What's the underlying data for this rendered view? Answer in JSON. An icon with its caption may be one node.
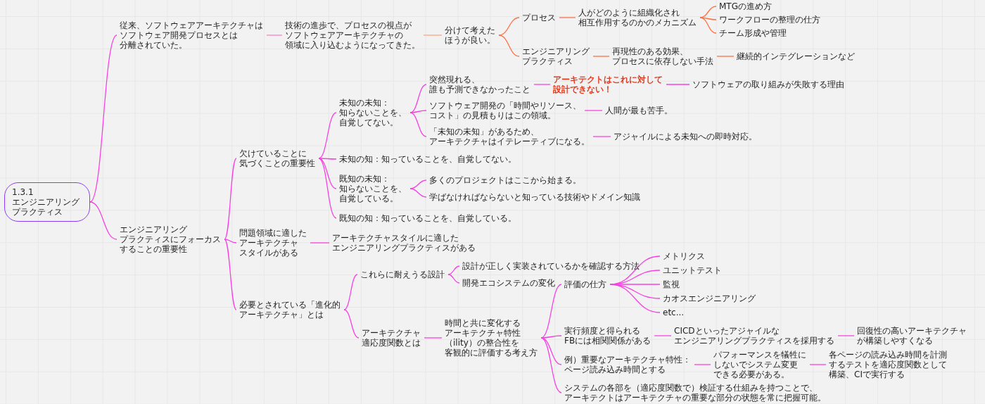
{
  "diagram": {
    "nodes": [
      {
        "text": [
          "1.3.1",
          "エンジニアリングプラクティス"
        ]
      },
      {
        "text": [
          "従来、ソフトウェアアーキテクチャはソフトウェア開発プロセスとは分離されていた。"
        ]
      },
      {
        "text": [
          "技術の進歩で、プロセスの視点がソフトウェアアーキテクチャの領域に入り込むようになってきた。"
        ]
      },
      {
        "text": [
          "分けて考えたほうが良い。"
        ]
      },
      {
        "text": [
          "プロセス"
        ]
      },
      {
        "text": [
          "人がどのように組織化され相互作用するのかのメカニズム"
        ]
      },
      {
        "text": [
          "MTGの進め方"
        ]
      },
      {
        "text": [
          "ワークフローの整理の仕方"
        ]
      },
      {
        "text": [
          "チーム形成や管理"
        ]
      },
      {
        "text": [
          "エンジニアリングプラクティス"
        ]
      },
      {
        "text": [
          "再現性のある効果、プロセスに依存しない手法"
        ]
      },
      {
        "text": [
          "継続的インテグレーションなど"
        ]
      },
      {
        "text": [
          "エンジニアリングプラクティスにフォーカスすることの重要性"
        ]
      },
      {
        "text": [
          "欠けていることに気づくことの重要性"
        ]
      },
      {
        "text": [
          "未知の未知：知らないことを、自覚してない。"
        ]
      },
      {
        "text": [
          "突然現れる、誰も予測できなかったこと"
        ]
      },
      {
        "text": [
          "アーキテクトはこれに対して設計できない！"
        ]
      },
      {
        "text": [
          "ソフトウェアの取り組みが失敗する理由"
        ]
      },
      {
        "text": [
          "ソフトウェア開発の「時間やリソース、コスト」の見積もりはこの領域。"
        ]
      },
      {
        "text": [
          "人間が最も苦手。"
        ]
      },
      {
        "text": [
          "「未知の未知」があるため、アーキテクチャはイテレーティブになる。"
        ]
      },
      {
        "text": [
          "アジャイルによる未知への即時対応。"
        ]
      },
      {
        "text": [
          "未知の知：知っていることを、自覚してない。"
        ]
      },
      {
        "text": [
          "既知の未知：知らないことを、自覚している。"
        ]
      },
      {
        "text": [
          "多くのプロジェクトはここから始まる。"
        ]
      },
      {
        "text": [
          "学ばなければならないと知っている技術やドメイン知識"
        ]
      },
      {
        "text": [
          "既知の知：知っていることを、自覚している。"
        ]
      },
      {
        "text": [
          "問題領域に適したアーキテクチャスタイルがある"
        ]
      },
      {
        "text": [
          "アーキテクチャスタイルに適したエンジニアリングプラクティスがある"
        ]
      },
      {
        "text": [
          "必要とされている「進化的アーキテクチャ」とは"
        ]
      },
      {
        "text": [
          "これらに耐えうる設計"
        ]
      },
      {
        "text": [
          "設計が正しく実装されているかを確認する方法"
        ]
      },
      {
        "text": [
          "開発エコシステムの変化"
        ]
      },
      {
        "text": [
          "アーキテクチャ適応度関数とは"
        ]
      },
      {
        "text": [
          "時間と共に変化するアーキテクチャ特性（ility）の整合性を客観的に評価する考え方"
        ]
      },
      {
        "text": [
          "評価の仕方"
        ]
      },
      {
        "text": [
          "メトリクス"
        ]
      },
      {
        "text": [
          "ユニットテスト"
        ]
      },
      {
        "text": [
          "監視"
        ]
      },
      {
        "text": [
          "カオスエンジニアリング"
        ]
      },
      {
        "text": [
          "etc..."
        ]
      },
      {
        "text": [
          "実行頻度と得られるFBには相関関係がある"
        ]
      },
      {
        "text": [
          "CICDといったアジャイルなエンジニアリングプラクティスを採用する"
        ]
      },
      {
        "text": [
          "回復性の高いアーキテクチャが構築しやすくなる"
        ]
      },
      {
        "text": [
          "例）重要なアーキテクチャ特性：ページ読み込み時間とする"
        ]
      },
      {
        "text": [
          "パフォーマンスを犠牲にしないでシステム変更できる必要がある。"
        ]
      },
      {
        "text": [
          "各ページの読み込み時間を計測するテストを適応度関数として構築、CIで実行する"
        ]
      },
      {
        "text": [
          "システムの各部を（適応度関数で）検証する仕組みを持つことで、アーキテクトはアーキテクチャの重要な部分の状態を常に把握可能。"
        ]
      }
    ],
    "edges": [
      {
        "from": 0,
        "to": 1,
        "arrow": "none"
      },
      {
        "from": 1,
        "to": 2,
        "arrow": "none",
        "color": "#ff7fc8"
      },
      {
        "from": 2,
        "to": 3,
        "arrow": "none",
        "color": "#ffa383"
      },
      {
        "from": 3,
        "to": 4,
        "arrow": "none",
        "color": "#ff6f42"
      },
      {
        "from": 3,
        "to": 9,
        "arrow": "none",
        "color": "#ff6f42"
      },
      {
        "from": 4,
        "to": 5,
        "arrow": "none",
        "color": "#ff6f42"
      },
      {
        "from": 5,
        "to": 6,
        "arrow": "none",
        "color": "#ff6f42"
      },
      {
        "from": 5,
        "to": 7,
        "arrow": "none",
        "color": "#ff6f42"
      },
      {
        "from": 5,
        "to": 8,
        "arrow": "none",
        "color": "#ff6f42"
      },
      {
        "from": 9,
        "to": 10,
        "arrow": "none",
        "color": "#ff6f42"
      },
      {
        "from": 10,
        "to": 11,
        "arrow": "none",
        "color": "#ff6f42"
      },
      {
        "from": 0,
        "to": 12,
        "arrow": "none"
      },
      {
        "from": 12,
        "to": 13,
        "arrow": "none"
      },
      {
        "from": 12,
        "to": 27,
        "arrow": "none"
      },
      {
        "from": 12,
        "to": 29,
        "arrow": "none"
      },
      {
        "from": 13,
        "to": 14,
        "arrow": "none"
      },
      {
        "from": 13,
        "to": 22,
        "arrow": "none"
      },
      {
        "from": 13,
        "to": 23,
        "arrow": "none"
      },
      {
        "from": 13,
        "to": 26,
        "arrow": "none"
      },
      {
        "from": 14,
        "to": 15,
        "arrow": "none"
      },
      {
        "from": 14,
        "to": 18,
        "arrow": "none"
      },
      {
        "from": 14,
        "to": 20,
        "arrow": "none"
      },
      {
        "from": 15,
        "to": 16,
        "arrow": "none"
      },
      {
        "from": 16,
        "to": 17,
        "arrow": "none"
      },
      {
        "from": 18,
        "to": 19,
        "arrow": "none"
      },
      {
        "from": 20,
        "to": 21,
        "arrow": "none"
      },
      {
        "from": 23,
        "to": 24,
        "arrow": "none"
      },
      {
        "from": 23,
        "to": 25,
        "arrow": "none"
      },
      {
        "from": 27,
        "to": 28,
        "arrow": "none"
      },
      {
        "from": 29,
        "to": 30,
        "arrow": "none"
      },
      {
        "from": 29,
        "to": 33,
        "arrow": "none"
      },
      {
        "from": 30,
        "to": 31,
        "arrow": "none"
      },
      {
        "from": 30,
        "to": 32,
        "arrow": "none"
      },
      {
        "from": 33,
        "to": 34,
        "arrow": "none"
      },
      {
        "from": 34,
        "to": 35,
        "arrow": "none"
      },
      {
        "from": 34,
        "to": 41,
        "arrow": "none"
      },
      {
        "from": 34,
        "to": 44,
        "arrow": "none"
      },
      {
        "from": 34,
        "to": 47,
        "arrow": "none"
      },
      {
        "from": 35,
        "to": 36,
        "arrow": "none"
      },
      {
        "from": 35,
        "to": 37,
        "arrow": "none"
      },
      {
        "from": 35,
        "to": 38,
        "arrow": "none"
      },
      {
        "from": 35,
        "to": 39,
        "arrow": "none"
      },
      {
        "from": 35,
        "to": 40,
        "arrow": "none"
      },
      {
        "from": 41,
        "to": 42,
        "arrow": "none"
      },
      {
        "from": 42,
        "to": 43,
        "arrow": "none"
      },
      {
        "from": 44,
        "to": 45,
        "arrow": "none"
      },
      {
        "from": 45,
        "to": 46,
        "arrow": "none"
      }
    ]
  }
}
